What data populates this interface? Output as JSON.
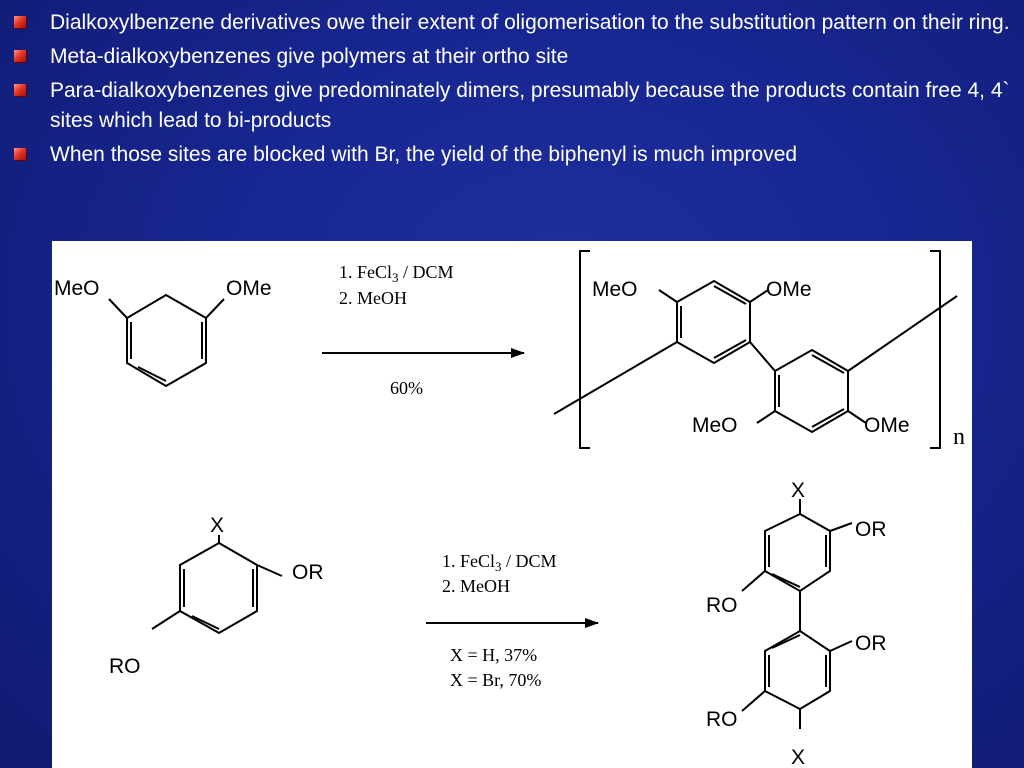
{
  "bullets": [
    "Dialkoxylbenzene derivatives owe their extent of oligomerisation to the substitution pattern on their ring.",
    "Meta-dialkoxybenzenes give polymers at their ortho site",
    "Para-dialkoxybenzenes give predominately dimers, presumably because the products contain free 4, 4` sites which lead to bi-products",
    "When those sites are blocked with Br, the yield of the biphenyl is much improved"
  ],
  "reaction1": {
    "reactant": {
      "substituent_left": "MeO",
      "substituent_right": "OMe"
    },
    "conditions": {
      "step1_prefix": "1. FeCl",
      "step1_sub": "3",
      "step1_suffix": " / DCM",
      "step2": "2. MeOH"
    },
    "yield": "60%",
    "product": {
      "top_left": "MeO",
      "top_right": "OMe",
      "bottom_left": "MeO",
      "bottom_right": "OMe",
      "repeat_index": "n"
    }
  },
  "reaction2": {
    "reactant": {
      "x": "X",
      "or": "OR",
      "ro": "RO"
    },
    "conditions": {
      "step1_prefix": "1. FeCl",
      "step1_sub": "3",
      "step1_suffix": " / DCM",
      "step2": "2. MeOH"
    },
    "yields": [
      "X = H, 37%",
      "X = Br, 70%"
    ],
    "product": {
      "x_top": "X",
      "or_top": "OR",
      "ro_top": "RO",
      "or_bottom": "OR",
      "ro_bottom": "RO",
      "x_bottom": "X"
    }
  }
}
